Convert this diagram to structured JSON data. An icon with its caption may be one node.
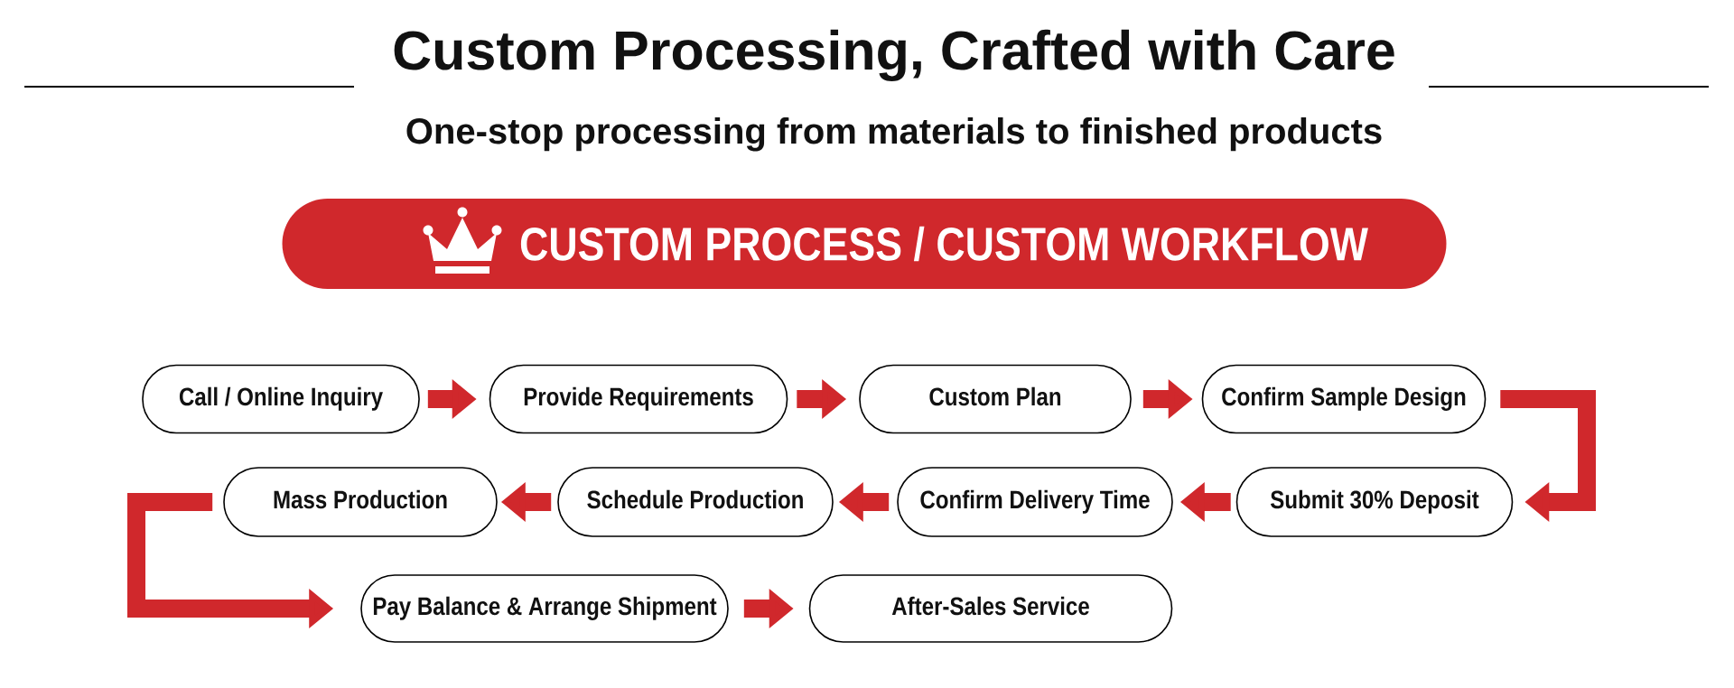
{
  "diagram": {
    "title": "Custom Processing, Crafted with Care",
    "nodes": [
      {
        "text": [
          "CUSTOM PROCESS / CUSTOM WORKFLOW"
        ]
      },
      {
        "text": [
          "Call / Online Inquiry"
        ]
      },
      {
        "text": [
          "Provide Requirements"
        ]
      },
      {
        "text": [
          "Custom Plan"
        ]
      },
      {
        "text": [
          "Confirm Sample Design"
        ]
      },
      {
        "text": [
          "Submit 30% Deposit"
        ]
      },
      {
        "text": [
          "Confirm Delivery Time"
        ]
      },
      {
        "text": [
          "Schedule Production"
        ]
      },
      {
        "text": [
          "Mass Production"
        ]
      },
      {
        "text": [
          "Pay Balance & Arrange Shipment"
        ]
      },
      {
        "text": [
          "After-Sales Service"
        ]
      }
    ],
    "edges": [
      {
        "from": 1,
        "to": 2,
        "arrow": "to"
      },
      {
        "from": 2,
        "to": 3,
        "arrow": "to"
      },
      {
        "from": 3,
        "to": 4,
        "arrow": "to"
      },
      {
        "from": 4,
        "to": 5,
        "arrow": "to"
      },
      {
        "from": 5,
        "to": 6,
        "arrow": "to"
      },
      {
        "from": 6,
        "to": 7,
        "arrow": "to"
      },
      {
        "from": 7,
        "to": 8,
        "arrow": "to"
      },
      {
        "from": 8,
        "to": 9,
        "arrow": "to"
      },
      {
        "from": 9,
        "to": 10,
        "arrow": "to"
      }
    ],
    "labels": [
      "One-stop processing from materials to finished products"
    ]
  }
}
